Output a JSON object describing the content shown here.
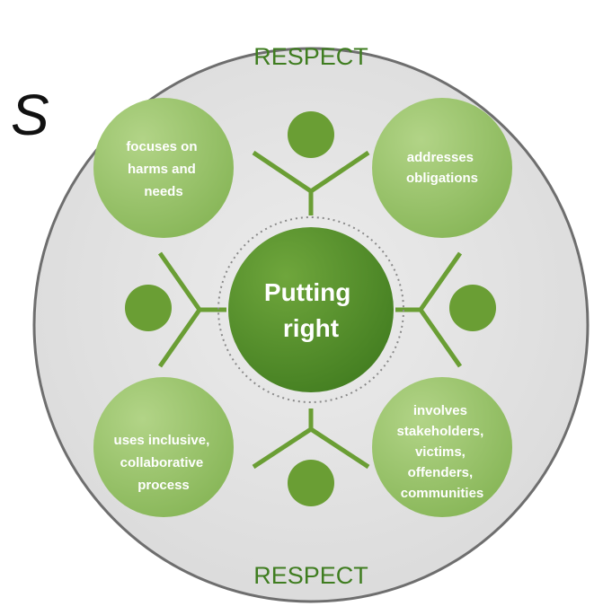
{
  "diagram": {
    "top_label": "RESPECT",
    "bottom_label": "RESPECT",
    "center": {
      "lines": [
        "Putting",
        "right"
      ]
    },
    "petals": [
      {
        "id": "top-left",
        "lines": [
          "focuses on",
          "harms and",
          "needs"
        ]
      },
      {
        "id": "top-right",
        "lines": [
          "addresses",
          "obligations"
        ]
      },
      {
        "id": "bottom-left",
        "lines": [
          "uses inclusive,",
          "collaborative",
          "process"
        ]
      },
      {
        "id": "bottom-right",
        "lines": [
          "involves",
          "stakeholders,",
          "victims,",
          "offenders,",
          "communities"
        ]
      }
    ],
    "margin_glyph": "S"
  },
  "colors": {
    "outer_fill": "#e4e4e4",
    "outer_stroke": "#6e6e6e",
    "label_green": "#3f7d20",
    "petal_light": "#a3cb76",
    "petal_dark": "#7fb04f",
    "center_dark": "#4d8a26",
    "figure_green": "#6a9e34",
    "text_white": "#ffffff"
  }
}
